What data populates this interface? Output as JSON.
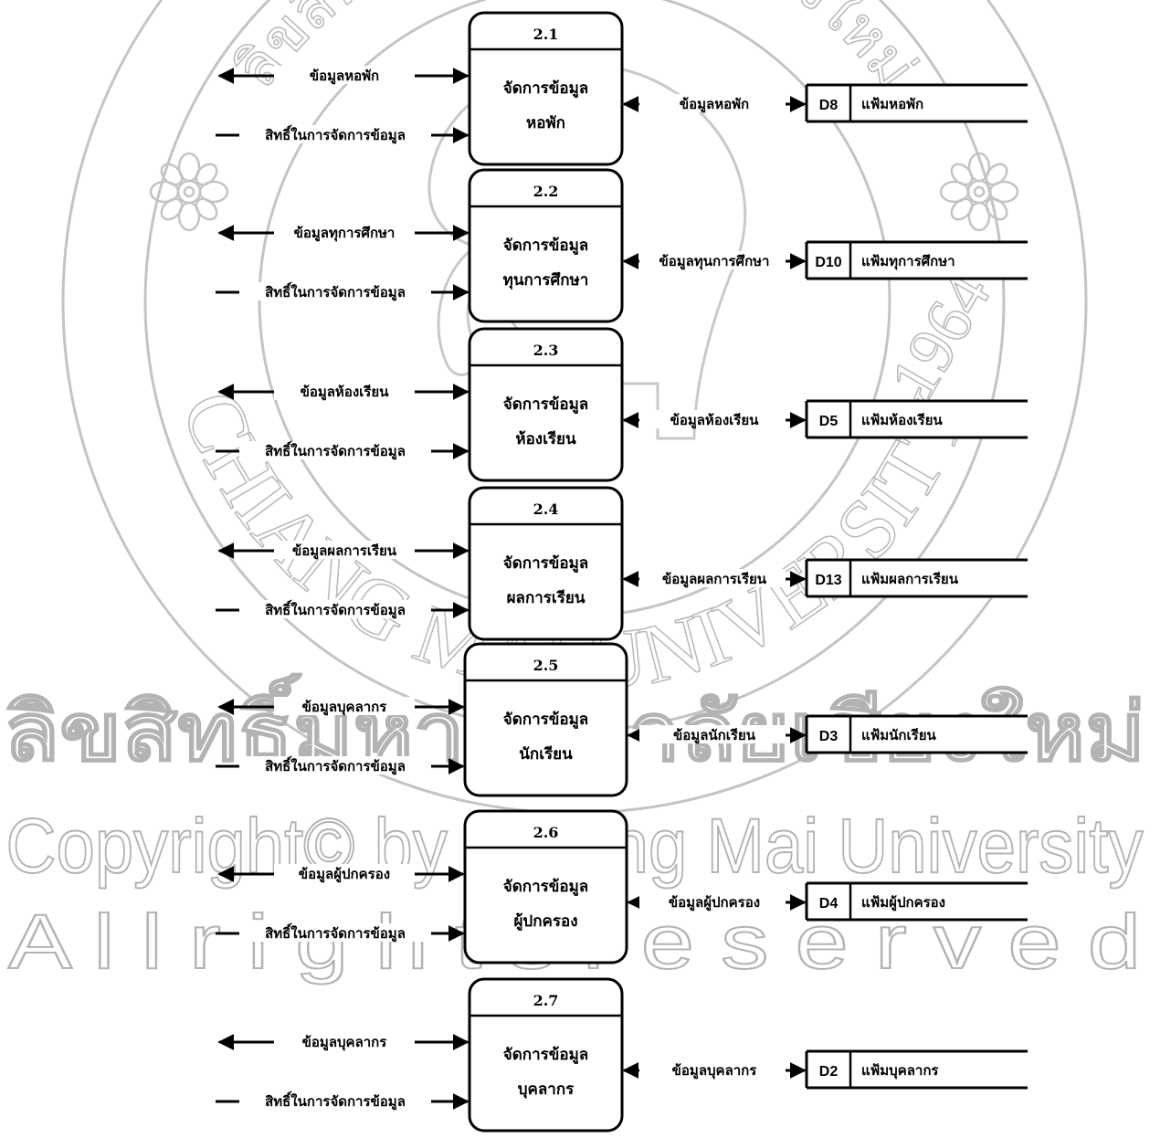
{
  "watermark": {
    "thai_line": "ลิขสิทธิ์มหาวิทยาลัยเชียงใหม่",
    "copyright_line": "Copyright© by Chiang Mai University",
    "rights_line": "A l l r i g h t s r e s e r v e d",
    "seal_top_text": "ลิขสิทธิ์มหาวิทยาลัยเชียงใหม่",
    "seal_bottom_text": "CHIANG MAI UNIVERSITY",
    "seal_year": "1964"
  },
  "diagram": {
    "processes": [
      {
        "id": "2.1",
        "line1": "จัดการข้อมูล",
        "line2": "หอพัก",
        "in_label": "ข้อมูลหอพัก",
        "rights_label": "สิทธิ์ในการจัดการข้อมูล",
        "flow_label": "ข้อมูลหอพัก",
        "store_id": "D8",
        "store_name": "แฟ้มหอพัก"
      },
      {
        "id": "2.2",
        "line1": "จัดการข้อมูล",
        "line2": "ทุนการศึกษา",
        "in_label": "ข้อมูลทุการศึกษา",
        "rights_label": "สิทธิ์ในการจัดการข้อมูล",
        "flow_label": "ข้อมูลทุนการศึกษา",
        "store_id": "D10",
        "store_name": "แฟ้มทุการศึกษา"
      },
      {
        "id": "2.3",
        "line1": "จัดการข้อมูล",
        "line2": "ห้องเรียน",
        "in_label": "ข้อมูลห้องเรียน",
        "rights_label": "สิทธิ์ในการจัดการข้อมูล",
        "flow_label": "ข้อมูลห้องเรียน",
        "store_id": "D5",
        "store_name": "แฟ้มห้องเรียน"
      },
      {
        "id": "2.4",
        "line1": "จัดการข้อมูล",
        "line2": "ผลการเรียน",
        "in_label": "ข้อมูลผลการเรียน",
        "rights_label": "สิทธิ์ในการจัดการข้อมูล",
        "flow_label": "ข้อมูลผลการเรียน",
        "store_id": "D13",
        "store_name": "แฟ้มผลการเรียน"
      },
      {
        "id": "2.5",
        "line1": "จัดการข้อมูล",
        "line2": "นักเรียน",
        "in_label": "ข้อมูลบุคลากร",
        "rights_label": "สิทธิ์ในการจัดการข้อมูล",
        "flow_label": "ข้อมูลนักเรียน",
        "store_id": "D3",
        "store_name": "แฟ้มนักเรียน"
      },
      {
        "id": "2.6",
        "line1": "จัดการข้อมูล",
        "line2": "ผู้ปกครอง",
        "in_label": "ข้อมูลผู้ปกครอง",
        "rights_label": "สิทธิ์ในการจัดการข้อมูล",
        "flow_label": "ข้อมูลผู้ปกครอง",
        "store_id": "D4",
        "store_name": "แฟ้มผู้ปกครอง"
      },
      {
        "id": "2.7",
        "line1": "จัดการข้อมูล",
        "line2": "บุคลากร",
        "in_label": "ข้อมูลบุคลากร",
        "rights_label": "สิทธิ์ในการจัดการข้อมูล",
        "flow_label": "ข้อมูลบุคลากร",
        "store_id": "D2",
        "store_name": "แฟ้มบุคลากร"
      }
    ]
  }
}
